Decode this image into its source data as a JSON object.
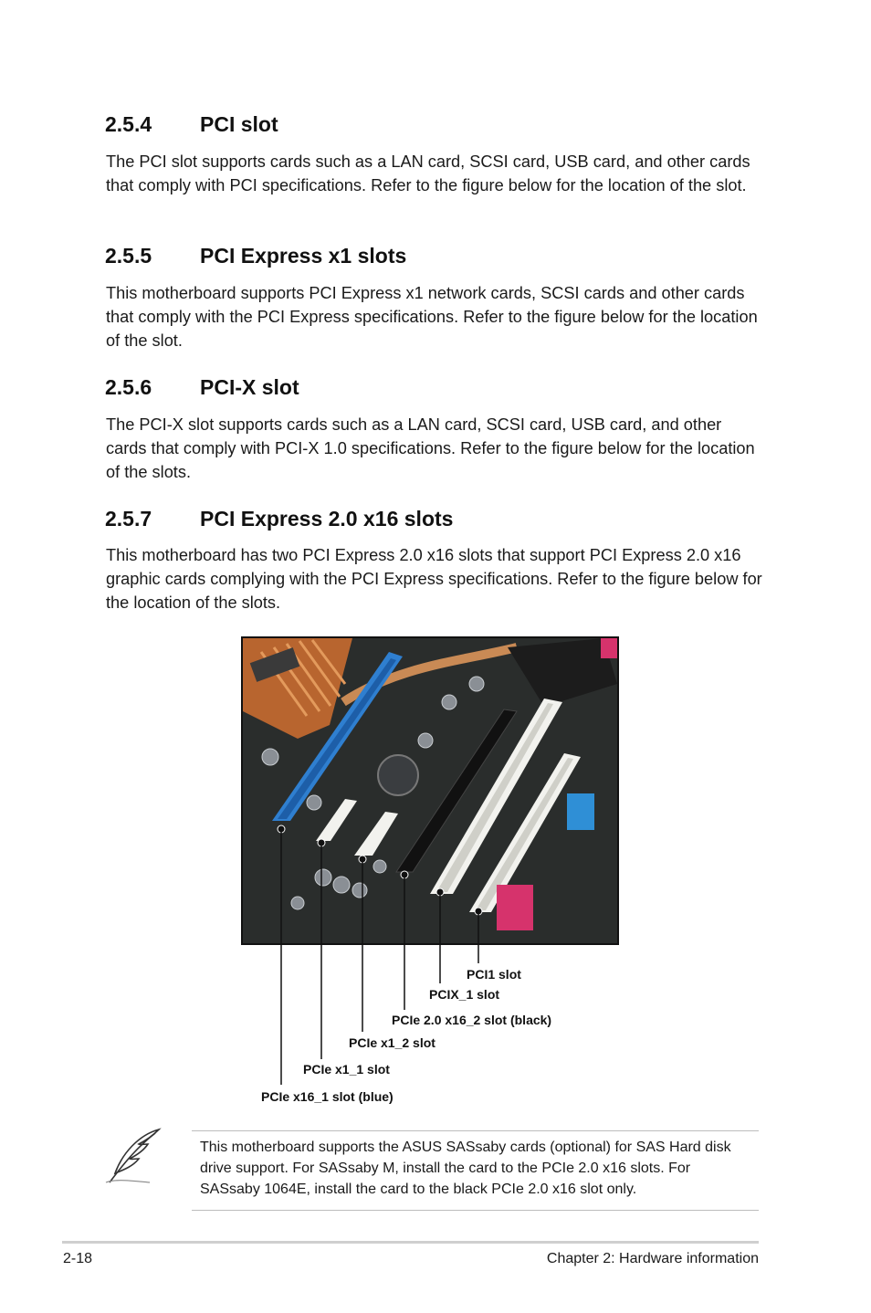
{
  "sections": [
    {
      "number": "2.5.4",
      "title": "PCI slot",
      "body": "The PCI slot supports cards such as a LAN card, SCSI card, USB card, and other cards that comply with PCI specifications. Refer to the figure below for the location of the slot."
    },
    {
      "number": "2.5.5",
      "title": "PCI Express x1 slots",
      "body": "This motherboard supports PCI Express x1 network cards, SCSI cards and other cards that comply with the PCI Express specifications. Refer to the figure below for the location of the slot."
    },
    {
      "number": "2.5.6",
      "title": "PCI-X slot",
      "body": "The PCI-X slot supports cards such as a LAN card, SCSI card, USB card, and other cards that comply with PCI-X 1.0 specifications. Refer to the figure below for the location of the slots."
    },
    {
      "number": "2.5.7",
      "title": "PCI Express 2.0 x16 slots",
      "body": "This motherboard has two PCI Express 2.0 x16 slots that support PCI Express 2.0 x16 graphic cards complying with the PCI Express specifications. Refer to the figure below for the location of the slots."
    }
  ],
  "figure": {
    "callouts": [
      "PCI1 slot",
      "PCIX_1 slot",
      "PCIe 2.0 x16_2 slot (black)",
      "PCIe x1_2 slot",
      "PCIe x1_1 slot",
      "PCIe x16_1 slot (blue)"
    ],
    "colors": {
      "board": "#2a2d2c",
      "blue_slot": "#2f7fd0",
      "white_slot": "#f2f2ee",
      "copper": "#c9743a",
      "pink_connector": "#d6336c"
    }
  },
  "note": {
    "icon": "feather-quill-icon",
    "text": "This motherboard supports the ASUS SASsaby cards (optional) for SAS Hard disk drive support. For SASsaby M, install the card to the PCIe 2.0 x16 slots. For SASsaby 1064E, install the card to the black PCIe 2.0 x16 slot only."
  },
  "footer": {
    "page_number": "2-18",
    "chapter": "Chapter 2: Hardware information"
  }
}
